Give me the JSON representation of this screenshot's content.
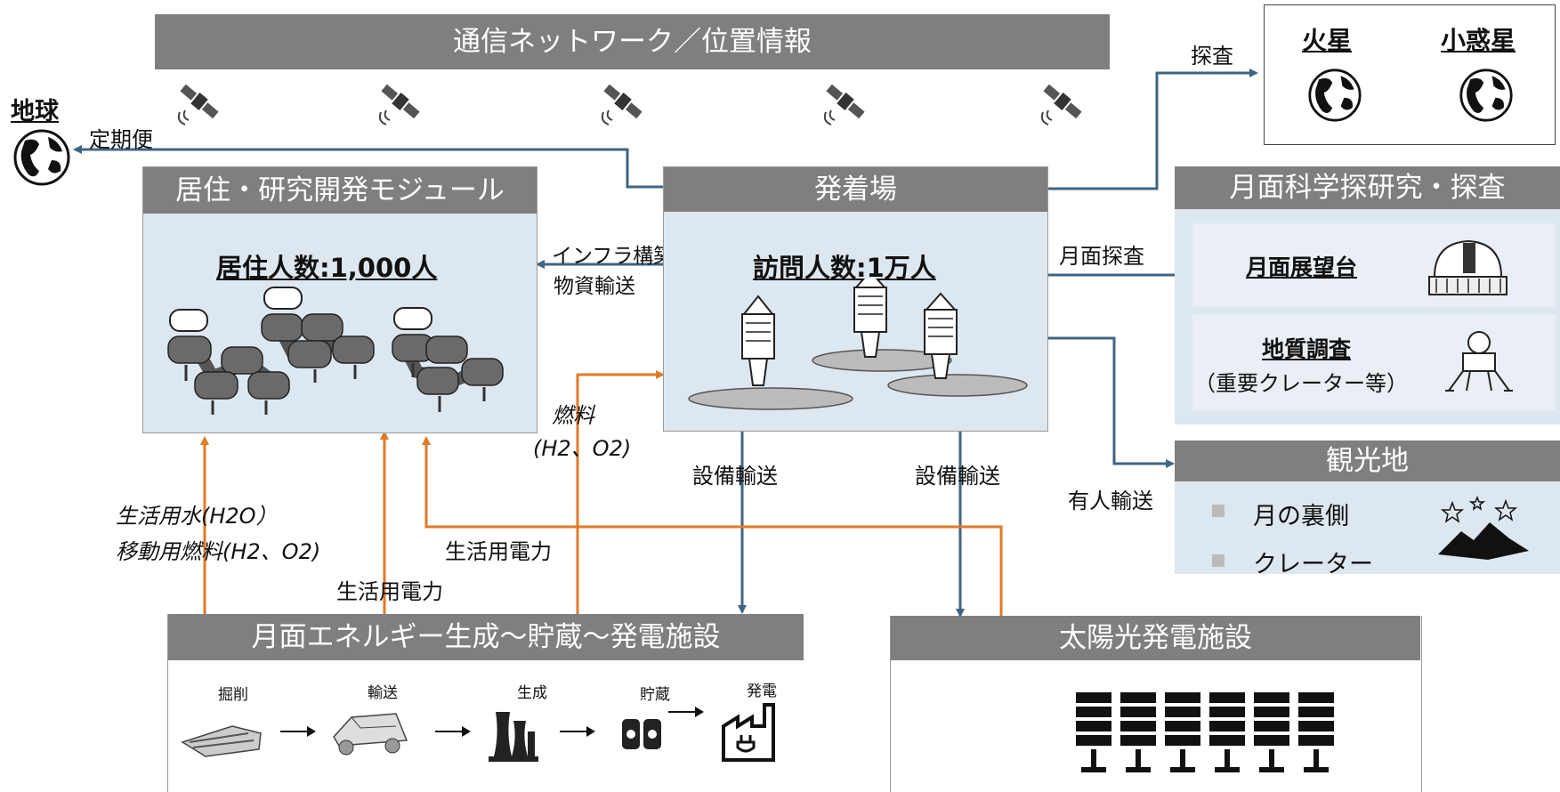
{
  "network_banner": "通信ネットワーク／位置情報",
  "earth": {
    "label": "地球",
    "route": "定期便"
  },
  "destinations": {
    "survey": "探査",
    "mars": "火星",
    "asteroid": "小惑星"
  },
  "habitat": {
    "title": "居住・研究開発モジュール",
    "residents": "居住人数:1,000人"
  },
  "port": {
    "title": "発着場",
    "visitors": "訪問人数:1万人"
  },
  "infra_labels": [
    "インフラ構築",
    "物資輸送"
  ],
  "fuel_label": "燃料",
  "fuel_formula": "(H2、O2)",
  "science": {
    "title": "月面科学探研究・探査",
    "route": "月面探査",
    "observatory": "月面展望台",
    "geology": "地質調査",
    "geology_note": "（重要クレーター等）"
  },
  "tourism": {
    "title": "観光地",
    "route": "有人輸送",
    "items": [
      "月の裏側",
      "クレーター"
    ]
  },
  "flows": {
    "equipment_1": "設備輸送",
    "equipment_2": "設備輸送",
    "water": "生活用水(H2O）",
    "mobility_fuel": "移動用燃料(H2、O2)",
    "power_1": "生活用電力",
    "power_2": "生活用電力"
  },
  "energy": {
    "title": "月面エネルギー生成～貯蔵～発電施設",
    "steps": [
      "掘削",
      "輸送",
      "生成",
      "貯蔵",
      "発電"
    ]
  },
  "solar": {
    "title": "太陽光発電施設"
  },
  "colors": {
    "header": "#7f7f7f",
    "panel": "#dde7ef",
    "arrow_blue": "#3f6482",
    "arrow_orange": "#e07a2a"
  }
}
